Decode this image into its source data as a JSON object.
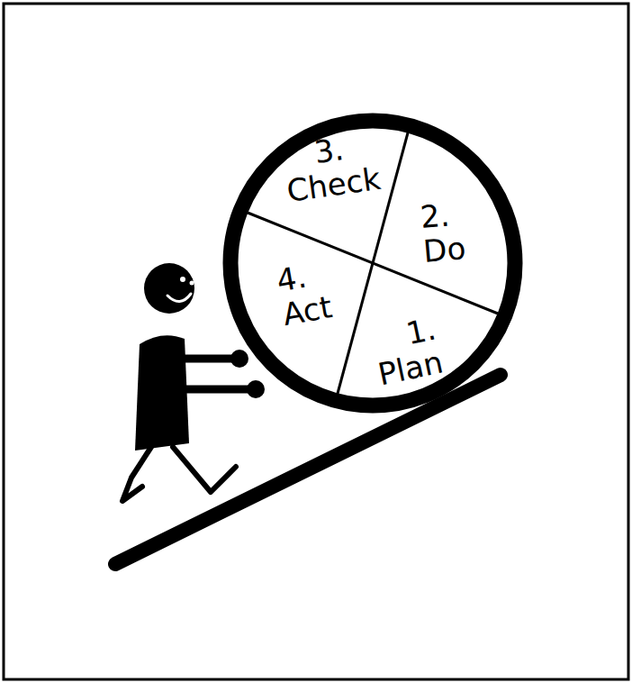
{
  "diagram": {
    "nodes": [
      {
        "text": [
          "1. Plan"
        ]
      },
      {
        "text": [
          "2. Do"
        ]
      },
      {
        "text": [
          "3. Check"
        ]
      },
      {
        "text": [
          "4. Act"
        ]
      }
    ]
  }
}
